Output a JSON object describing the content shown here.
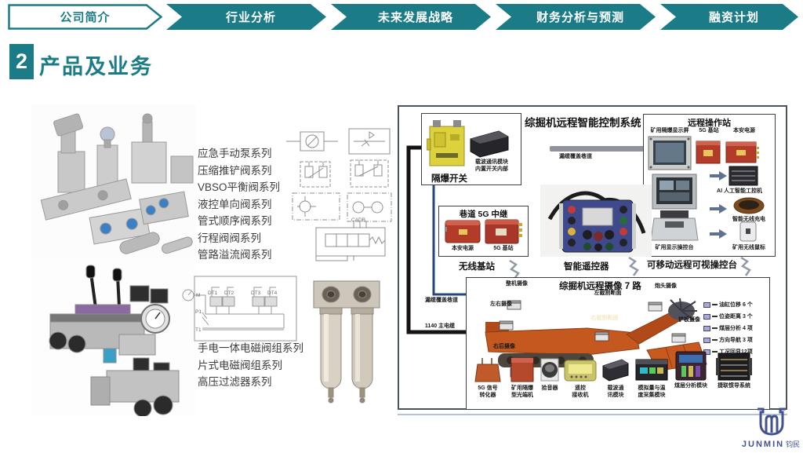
{
  "colors": {
    "teal": "#1b7c87",
    "logo-blue": "#42518f",
    "navy": "#24477d",
    "orange": "#c4581f",
    "red": "#b23b2a",
    "yellow": "#ded23c"
  },
  "nav": {
    "tabs": [
      {
        "label": "公司简介",
        "active": true
      },
      {
        "label": "行业分析",
        "active": false
      },
      {
        "label": "未来发展战略",
        "active": false
      },
      {
        "label": "财务分析与预测",
        "active": false
      },
      {
        "label": "融资计划",
        "active": false
      }
    ]
  },
  "header": {
    "number": "2",
    "title": "产品及业务"
  },
  "products": {
    "series_group1": [
      "应急手动泵系列",
      "压缩推铲阀系列",
      "VBSO平衡阀系列",
      "液控单向阀系列",
      "管式顺序阀系列",
      "行程阀阀系列",
      "管路溢流阀系列"
    ],
    "series_group2": [
      "手电一体电磁阀组系列",
      "片式电磁阀组系列",
      "高压过滤器系列"
    ]
  },
  "schematics": {
    "cadb": "CADB",
    "dt": [
      "DT1",
      "DT2",
      "DT3",
      "DT4"
    ],
    "ports": [
      "M",
      "P1",
      "T1"
    ]
  },
  "diagram": {
    "title": "综掘机远程智能控制系统",
    "flameproof": {
      "caption": "隔爆开关",
      "note": "载波通讯模块\n内置开关内部"
    },
    "leaky_top": "漏缆覆盖巷道",
    "leaky_left": "漏缆覆盖巷道",
    "main_cable": "1140 主电缆",
    "station": {
      "title": "远程操作站",
      "display": "矿用隔爆显示屏",
      "base": "5G 基站",
      "power": "本安电源",
      "ai": "AI 人工智能工控机",
      "charge": "智能无线充电",
      "console": "矿用显示操控台",
      "mouse": "矿用无线鼠标",
      "caption": "可移动远程可视操控台"
    },
    "relay": {
      "title": "巷道 5G 中继",
      "power": "本安电源",
      "base": "5G 基站",
      "caption": "无线基站"
    },
    "controller_caption": "智能遥控器",
    "camera": {
      "title": "综掘机远程摄像 7 路",
      "whole": "整机摄像",
      "leftright": "左右摄像",
      "leftcut": "左截割断面",
      "rightcut": "右截割断面",
      "rightrear": "右后摄像",
      "head": "炮头摄像",
      "shovel": "铲板摄像"
    },
    "sensors": [
      "油缸位移 6 个",
      "位姿距离 3 个",
      "煤层分析 4 项",
      "方向导航 3 项",
      "工况回显12项"
    ],
    "devices": [
      "5G 信号\n转化器",
      "矿用隔爆\n型光端机",
      "拾音器",
      "遥控\n接收机",
      "载波通\n讯模块",
      "模拟量与温\n度采集模块",
      "煤层分析模块",
      "捷联惯导系统"
    ]
  },
  "logo": {
    "brand": "JUNMIN",
    "cn": "钧民"
  }
}
